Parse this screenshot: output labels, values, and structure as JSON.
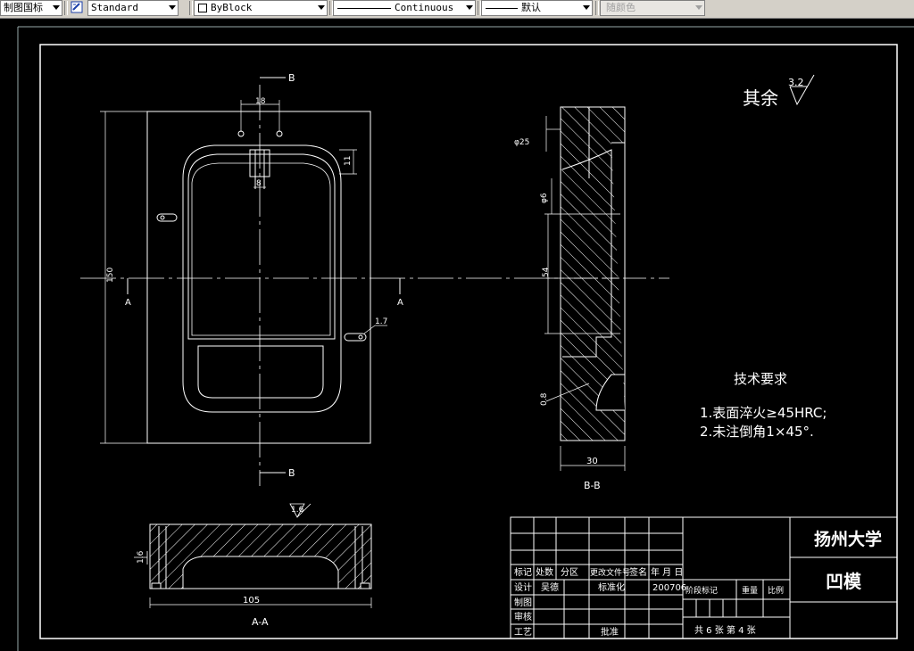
{
  "toolbar": {
    "layer_value": "制图国标",
    "textstyle_value": "Standard",
    "color_value": "ByBlock",
    "linetype_value": "Continuous",
    "lineweight_value": "默认",
    "plotstyle_value": "随颜色"
  },
  "drawing": {
    "roughness_note_prefix": "其余",
    "roughness_main": "3.2",
    "roughness_a": "1.6",
    "roughness_b": "1.6",
    "tech_title": "技术要求",
    "tech_item1": "1.表面淬火≥45HRC;",
    "tech_item2": "2.未注倒角1×45°.",
    "section_label_b": "B",
    "section_label_a": "A",
    "view_label_aa": "A-A",
    "view_label_bb": "B-B",
    "dims": {
      "top_width": "18",
      "right_height": "11",
      "center_small": "8",
      "left_total": "150",
      "slot_width": "1.7",
      "aa_width": "105",
      "bb_width": "30",
      "bb_height": "54",
      "bb_dia": "φ25",
      "bb_small": "φ6",
      "bb_chamfer": "0.8"
    },
    "title_block": {
      "school": "扬州大学",
      "part_name": "凹模",
      "hdr_mark": "标记",
      "hdr_count": "处数",
      "hdr_zone": "分区",
      "hdr_doc": "更改文件号",
      "hdr_sign": "签名",
      "hdr_date": "年 月 日",
      "row_design": "设计",
      "designer": "吴德",
      "std": "标准化",
      "date": "200706",
      "row_draw": "制图",
      "row_check": "审核",
      "row_process": "工艺",
      "approve": "批准",
      "stage_mark": "阶段标记",
      "weight": "重量",
      "scale": "比例",
      "sheets": "共 6 张 第 4 张"
    }
  }
}
